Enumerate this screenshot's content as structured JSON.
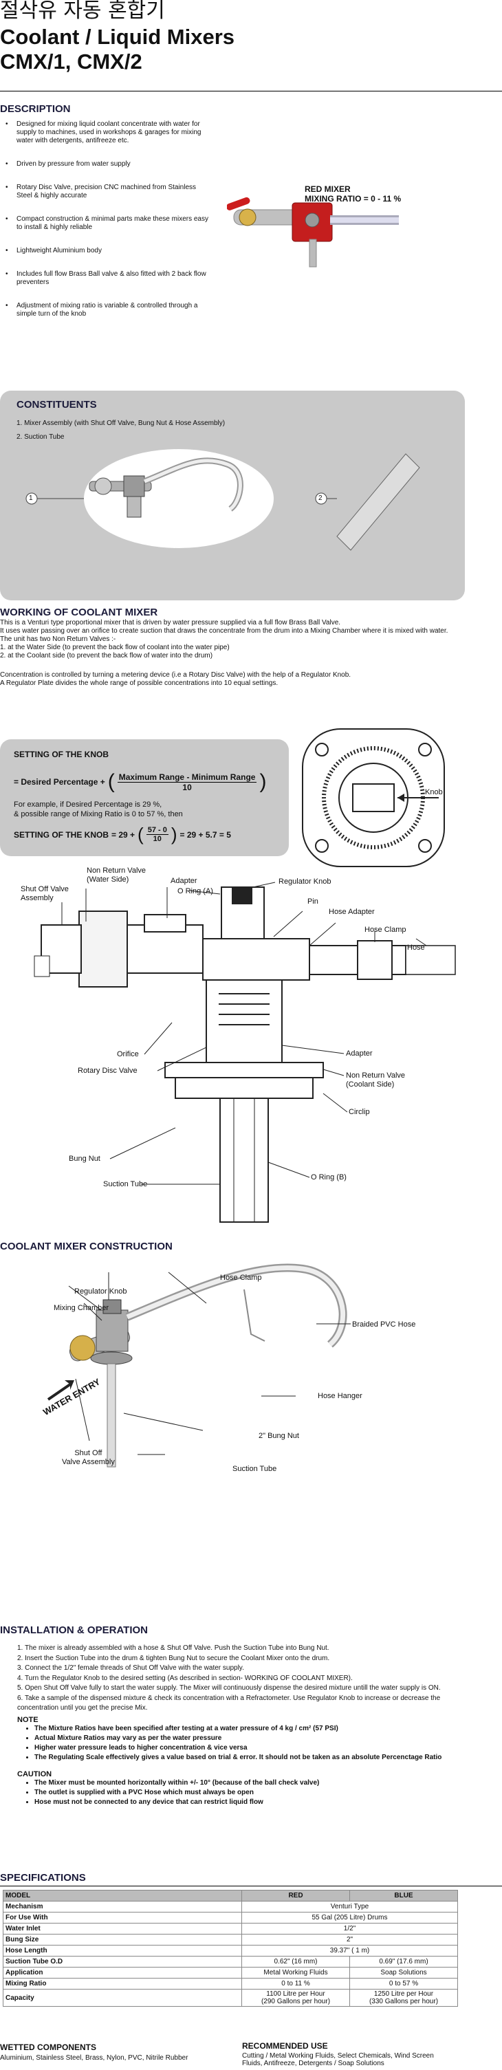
{
  "title": {
    "korean": "절삭유 자동 혼합기",
    "line1": "Coolant / Liquid Mixers",
    "line2": "CMX/1, CMX/2"
  },
  "description": {
    "heading": "DESCRIPTION",
    "items": [
      "Designed for mixing liquid coolant concentrate with water for supply to machines, used in workshops & garages for mixing water with detergents, antifreeze etc.",
      "Driven by pressure from water supply",
      "Rotary Disc Valve, precision CNC machined from Stainless Steel & highly accurate",
      "Compact construction & minimal parts make these mixers easy to install & highly reliable",
      "Lightweight Aluminium body",
      "Includes full flow Brass Ball valve & also fitted with 2 back flow preventers",
      "Adjustment of mixing ratio is variable & controlled through a simple turn of the knob"
    ],
    "photo_label1": "RED MIXER",
    "photo_label2": "MIXING RATIO = 0 - 11 %"
  },
  "constituents": {
    "heading": "CONSTITUENTS",
    "items": [
      "1.   Mixer Assembly (with Shut Off Valve, Bung Nut & Hose Assembly)",
      "2.   Suction Tube"
    ],
    "marker1": "1",
    "marker2": "2"
  },
  "working": {
    "heading": "WORKING OF COOLANT MIXER",
    "p1": "This is a Venturi type proportional mixer that is driven by water pressure supplied via a full flow Brass Ball Valve.",
    "p2": "It uses water passing over an orifice to create suction that draws the concentrate from the drum into a Mixing Chamber where it is mixed with water.",
    "p3": "The unit has two Non Return Valves :-",
    "v1": "1.      at the Water Side (to prevent the back flow of coolant into the water pipe)",
    "v2": "2.      at the Coolant side (to prevent the back flow of water into the drum)",
    "p4": "Concentration is controlled by turning a metering device (i.e a Rotary Disc Valve) with the help of a Regulator Knob.",
    "p5": "A Regulator Plate divides the whole range of possible concentrations into 10 equal settings."
  },
  "knob": {
    "heading": "SETTING OF THE KNOB",
    "eq_lhs": "= Desired Percentage +",
    "eq_num": "Maximum Range - Minimum Range",
    "eq_den": "10",
    "ex1": "For example, if Desired Percentage is 29 %,",
    "ex2": "& possible range of Mixing Ratio is 0 to 57 %, then",
    "res_lhs": "SETTING OF THE KNOB",
    "res_eq": "= 29 +",
    "res_num": "57 - 0",
    "res_den": "10",
    "res_rhs": "= 29 + 5.7 = 5",
    "dial_label": "Knob"
  },
  "section_labels": {
    "nrv_water": "Non Return Valve\n(Water Side)",
    "adapter_top": "Adapter",
    "regulator_knob": "Regulator Knob",
    "pin": "Pin",
    "shutoff": "Shut Off Valve\nAssembly",
    "oring_a": "O Ring (A)",
    "hose_adapter": "Hose Adapter",
    "hose_clamp": "Hose Clamp",
    "hose": "Hose",
    "orifice": "Orifice",
    "rotary_disc": "Rotary Disc Valve",
    "adapter_bottom": "Adapter",
    "nrv_coolant": "Non Return Valve\n(Coolant Side)",
    "circlip": "Circlip",
    "bung_nut": "Bung Nut",
    "suction_tube": "Suction Tube",
    "oring_b": "O Ring (B)"
  },
  "construction": {
    "heading": "COOLANT MIXER CONSTRUCTION",
    "regulator_knob": "Regulator Knob",
    "hose_clamp": "Hose Clamp",
    "mixing_chamber": "Mixing Chamber",
    "braided_hose": "Braided PVC Hose",
    "water_entry": "WATER ENTRY",
    "hose_hanger": "Hose Hanger",
    "bung_nut": "2\" Bung Nut",
    "shutoff": "Shut Off\nValve Assembly",
    "suction_tube": "Suction Tube"
  },
  "installation": {
    "heading": "INSTALLATION & OPERATION",
    "steps": [
      "1.   The mixer is already assembled with a hose & Shut Off Valve. Push the Suction Tube into Bung Nut.",
      "2.   Insert the Suction Tube into the drum & tighten Bung Nut to secure the Coolant Mixer onto the drum.",
      "3.   Connect the 1/2\" female threads of Shut Off Valve with the water supply.",
      "4.   Turn the Regulator Knob to the desired setting (As described in section- WORKING OF COOLANT MIXER).",
      "5.   Open Shut Off Valve fully to start the water supply. The Mixer will continuously dispense the desired mixture untill the water supply is ON.",
      "6.   Take a sample of the dispensed mixture & check its concentration with a Refractometer. Use Regulator Knob to increase or decrease the",
      "      concentration until you get the precise Mix."
    ],
    "note_heading": "NOTE",
    "notes": [
      "The Mixture Ratios have been specified after testing at a water pressure of 4 kg / cm² (57 PSI)",
      "Actual Mixture Ratios may vary as per the water pressure",
      "Higher water pressure leads to higher concentration & vice versa",
      "The Regulating Scale effectively gives a value based on trial & error. It should not be taken as an absolute Percenctage Ratio"
    ],
    "caution_heading": "CAUTION",
    "cautions": [
      "The Mixer must be mounted horizontally within +/- 10° (because of the ball check valve)",
      "The outlet is supplied with a PVC Hose which must always be open",
      "Hose must not be connected to any device that can restrict liquid flow"
    ]
  },
  "specifications": {
    "heading": "SPECIFICATIONS",
    "columns": [
      "MODEL",
      "RED",
      "BLUE"
    ],
    "rows": [
      {
        "k": "Mechanism",
        "span": "Venturi Type"
      },
      {
        "k": "For Use With",
        "span": "55 Gal (205 Litre) Drums"
      },
      {
        "k": "Water Inlet",
        "span": "1/2\""
      },
      {
        "k": "Bung Size",
        "span": "2\""
      },
      {
        "k": "Hose Length",
        "span": "39.37\" ( 1 m)"
      },
      {
        "k": "Suction Tube O.D",
        "red": "0.62\" (16 mm)",
        "blue": "0.69\" (17.6 mm)"
      },
      {
        "k": "Application",
        "red": "Metal Working Fluids",
        "blue": "Soap Solutions"
      },
      {
        "k": "Mixing Ratio",
        "red": "0 to 11 %",
        "blue": "0 to 57 %"
      },
      {
        "k": "Capacity",
        "red": "1100 Litre per Hour\n(290 Gallons per hour)",
        "blue": "1250 Litre per Hour\n(330 Gallons per hour)"
      }
    ]
  },
  "wetted": {
    "heading": "WETTED COMPONENTS",
    "text": "Aluminium, Stainless Steel, Brass, Nylon, PVC, Nitrile Rubber"
  },
  "recommended": {
    "heading": "RECOMMENDED USE",
    "text": "Cutting / Metal Working Fluids, Select Chemicals, Wind Screen Fluids, Antifreeze, Detergents / Soap Solutions"
  }
}
